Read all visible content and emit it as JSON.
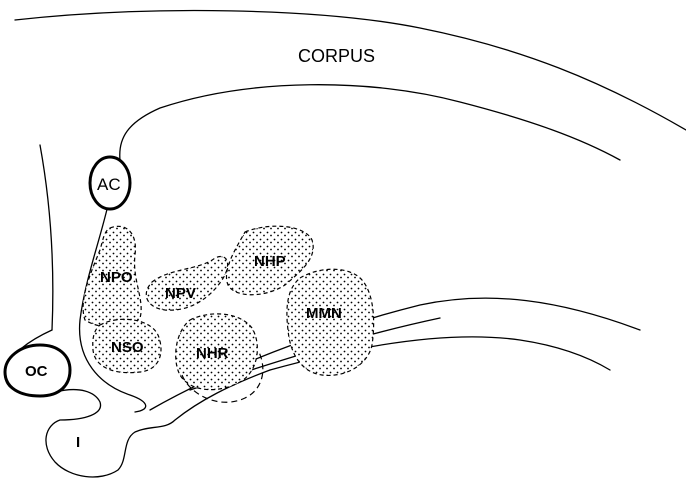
{
  "labels": {
    "corpus": "CORPUS",
    "ac": "AC",
    "npo": "NPO",
    "npv": "NPV",
    "nhp": "NHP",
    "nso": "NSO",
    "nhr": "NHR",
    "mmn": "MMN",
    "oc": "OC",
    "i": "I"
  }
}
